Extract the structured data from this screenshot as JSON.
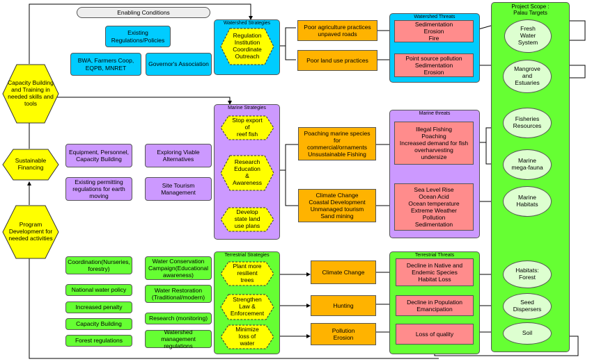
{
  "enabling_conditions": {
    "title": "Enabling Conditions",
    "items": [
      "Existing Regulations/Policies",
      "BWA, Farmers Coop, EQPB, MNRET",
      "Governor's Association"
    ]
  },
  "left_hexes": [
    "Capacity Building and Training in needed skills and tools",
    "Sustainable Financing",
    "Program Development for needed activities"
  ],
  "watershed": {
    "strategies_title": "Watershed Strategies",
    "strategy": "Regulation\nInstitution\nCoordinate\nOutreach",
    "problems": [
      "Poor agriculture practices unpaved roads",
      "Poor land use practices"
    ],
    "threats_title": "Watershed Threats",
    "threats": [
      "Sedimentation\nErosion\nFire",
      "Point source pollution\nSedimentation\nErosion"
    ]
  },
  "marine": {
    "left_items": [
      "Equipment, Personnel, Capacity Building",
      "Exploring Viable Alternatives",
      "Existing permitting regulations for earth moving",
      "Site Tourism Management"
    ],
    "strategies_title": "Marine Strategies",
    "strategies": [
      "Stop export\nof\nreef fish",
      "Research\nEducation\n&\nAwareness",
      "Develop\nstate land\nuse plans"
    ],
    "problems": [
      "Poaching marine species for\ncommercial/ornaments\nUnsustainable Fishing",
      "Climate Change\nCoastal Development\nUnmanaged tourism\nSand mining"
    ],
    "threats_title": "Marine threats",
    "threats": [
      "Illegal Fishing\nPoaching\nIncreased demand for fish\noverharvesting\nundersize",
      "Sea Level Rise\nOcean Acid\nOcean temperature\nExtreme Weather\nPollution\nSedimentation"
    ]
  },
  "terrestrial": {
    "left_items_col1": [
      "Coordination(Nurseries, forestry)",
      "National water policy",
      "Increased penalty",
      "Capacity Building",
      "Forest regulations"
    ],
    "left_items_col2": [
      "Water Conservation Campaign(Educational awareness)",
      "Water Restoration (Traditional/modern)",
      "Research (monitoring)",
      "Watershed management regulations"
    ],
    "strategies_title": "Terrestrial Strategies",
    "strategies": [
      "Plant more\nresilient\ntrees",
      "Strengthen\nLaw &\nEnforcement",
      "Minimize\nloss of\nwater"
    ],
    "problems": [
      "Climate Change",
      "Hunting",
      "Pollution\nErosion"
    ],
    "threats_title": "Terrestrial Threats",
    "threats": [
      "Decline in Native and\nEndemic Species\nHabitat Loss",
      "Decline in Population\nEmancipation",
      "Loss of quality"
    ]
  },
  "project_scope": {
    "title": "Project Scope :\nPalau Targets",
    "targets": [
      "Fresh\nWater\nSystem",
      "Mangrove\nand\nEstuaries",
      "Fisheries\nResources",
      "Marine\nmega-fauna",
      "Marine\nHabitats",
      "Habitats:\nForest",
      "Seed\nDispersers",
      "Soil"
    ]
  },
  "colors": {
    "blue": "#00ccff",
    "purple": "#cc99ff",
    "green": "#66ff33",
    "orange": "#ffb300",
    "red": "#ff8c8c",
    "yellow": "#ffff00",
    "target": "#ddffd0"
  }
}
